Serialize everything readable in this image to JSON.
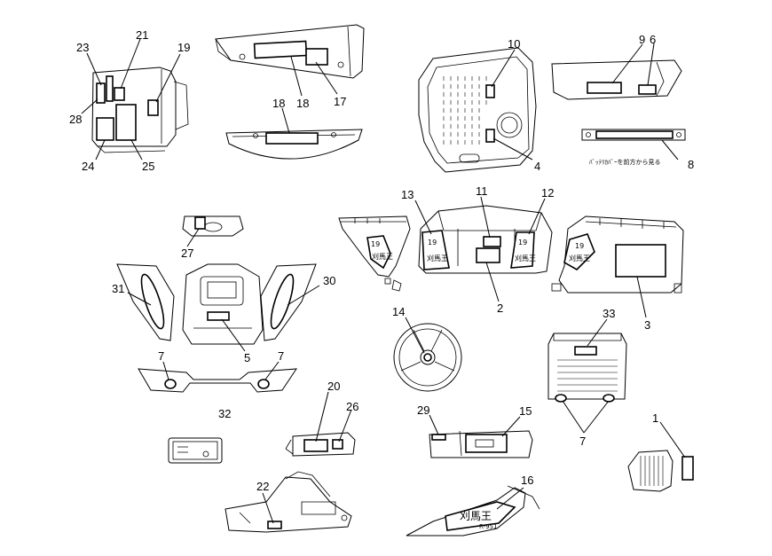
{
  "callouts": [
    "1",
    "2",
    "3",
    "4",
    "5",
    "6",
    "7",
    "8",
    "9",
    "10",
    "11",
    "12",
    "13",
    "14",
    "15",
    "16",
    "17",
    "18",
    "19",
    "20",
    "21",
    "22",
    "23",
    "24",
    "25",
    "26",
    "27",
    "28",
    "29",
    "30",
    "31",
    "32",
    "33"
  ],
  "decal_text": {
    "number_19": "19",
    "kariuma": "刈馬王",
    "model": "R-951",
    "battery_note": "ﾊﾞｯﾃﾘｶﾊﾞｰを前方から見る"
  }
}
